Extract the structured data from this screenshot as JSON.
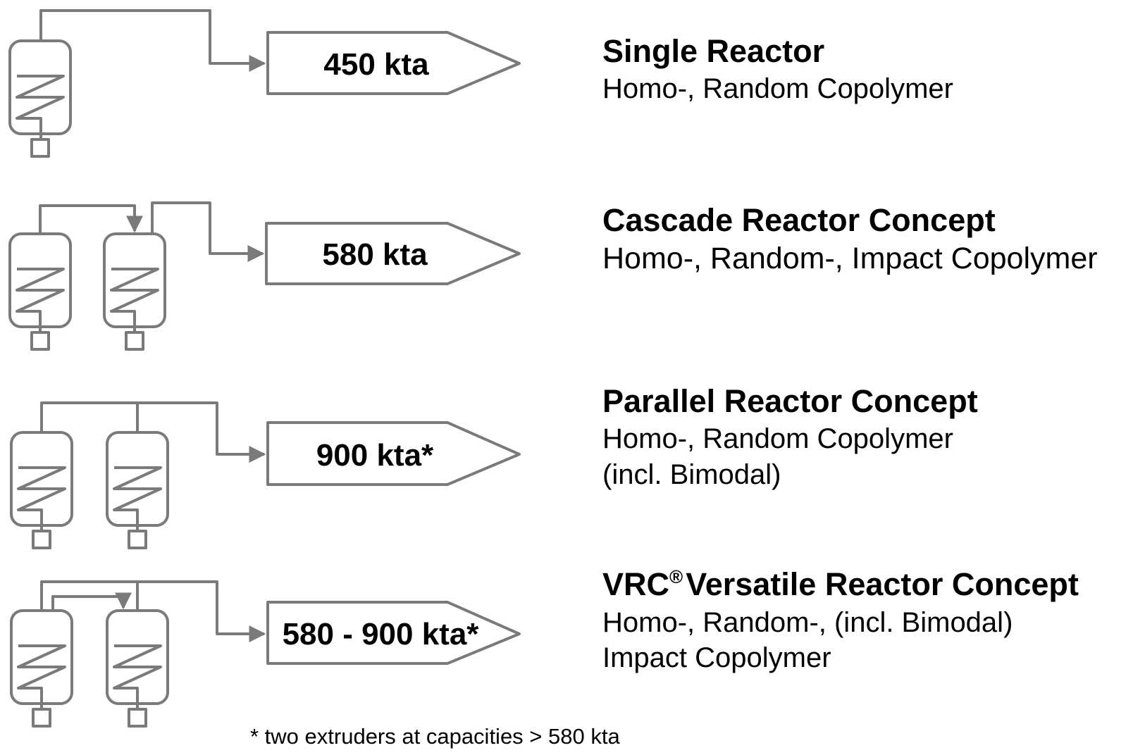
{
  "colors": {
    "line": "#7a7a7a",
    "text": "#000000",
    "background": "#ffffff"
  },
  "concepts": [
    {
      "capacity": "450 kta",
      "title": "Single Reactor",
      "desc": [
        "Homo-, Random Copolymer"
      ]
    },
    {
      "capacity": "580 kta",
      "title": "Cascade Reactor Concept",
      "desc": [
        "Homo-, Random-, Impact Copolymer"
      ]
    },
    {
      "capacity": "900 kta*",
      "title": "Parallel Reactor Concept",
      "desc": [
        "Homo-, Random Copolymer",
        "(incl. Bimodal)"
      ]
    },
    {
      "capacity": "580 - 900 kta*",
      "title_prefix": "VRC",
      "title_mark": "®",
      "title_suffix": "Versatile Reactor Concept",
      "desc": [
        "Homo-, Random-, (incl. Bimodal)",
        "Impact Copolymer"
      ]
    }
  ],
  "footnote": "* two extruders at capacities > 580 kta"
}
